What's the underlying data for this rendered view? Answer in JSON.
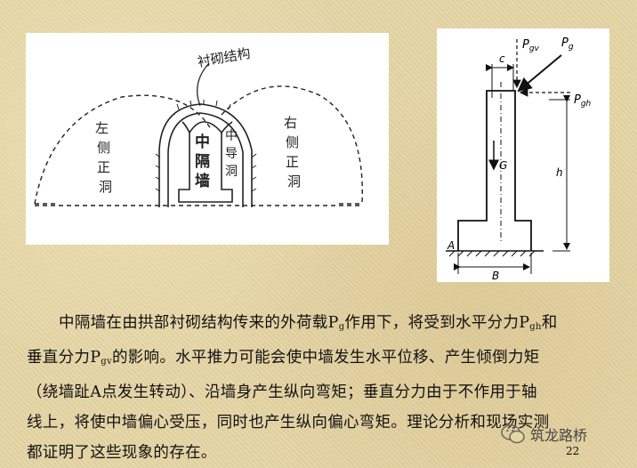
{
  "left_diagram": {
    "label_lining": "衬砌结构",
    "label_left_tunnel": [
      "左",
      "侧",
      "正",
      "洞"
    ],
    "label_middle_wall": [
      "中",
      "隔",
      "墙"
    ],
    "label_middle_guide": [
      "中",
      "导",
      "洞"
    ],
    "label_right_tunnel": [
      "右",
      "侧",
      "正",
      "洞"
    ]
  },
  "right_diagram": {
    "label_pgv_main": "P",
    "label_pgv_sub": "gv",
    "label_pg_main": "P",
    "label_pg_sub": "g",
    "label_pgh_main": "P",
    "label_pgh_sub": "gh",
    "label_c": "c",
    "label_G": "G",
    "label_h": "h",
    "label_A": "A",
    "label_B": "B"
  },
  "text": {
    "s1": "中隔墙在由拱部衬砌结构传来的外荷载P",
    "s1_sub": "g",
    "s2": "作用下，将受到水平分力P",
    "s2_sub": "gh",
    "s3": "和",
    "s4": "垂直分力P",
    "s4_sub": "gv",
    "s5": "的影响。水平推力可能会使中墙发生水平位移、产生倾倒力矩",
    "line3": "（绕墙趾A点发生转动）、沿墙身产生纵向弯矩；垂直分力由于不作用于轴",
    "line4": "线上，将使中墙偏心受压，同时也产生纵向偏心弯矩。理论分析和现场实测",
    "line5": "都证明了这些现象的存在。"
  },
  "page_number": "22",
  "watermark": "筑龙路桥",
  "icons": [
    "wechat-icon"
  ]
}
